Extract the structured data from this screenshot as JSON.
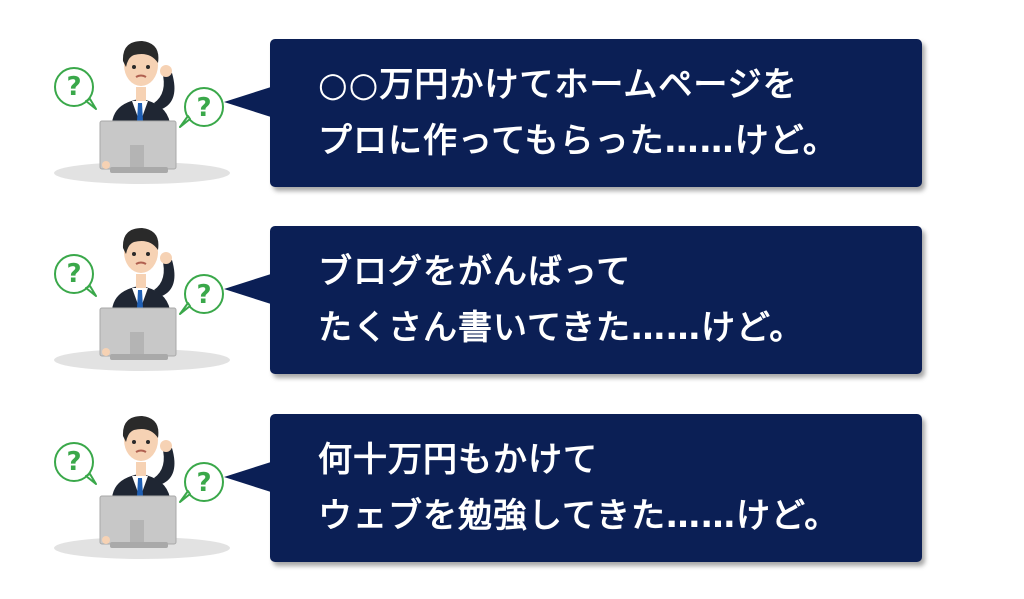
{
  "icons": {
    "figure": "confused-businessman-at-computer-icon",
    "question_mark": "question-mark-icon"
  },
  "colors": {
    "bubble_bg": "#0b1f55",
    "bubble_text": "#ffffff",
    "question_green": "#3aa84a",
    "monitor_gray": "#c8c8c8",
    "suit": "#1f2633",
    "tie": "#1f5fb4"
  },
  "items": [
    {
      "line1": "○○万円かけてホームページを",
      "line2": "プロに作ってもらった……けど。"
    },
    {
      "line1": "ブログをがんばって",
      "line2": "たくさん書いてきた……けど。"
    },
    {
      "line1": "何十万円もかけて",
      "line2": "ウェブを勉強してきた……けど。"
    }
  ]
}
